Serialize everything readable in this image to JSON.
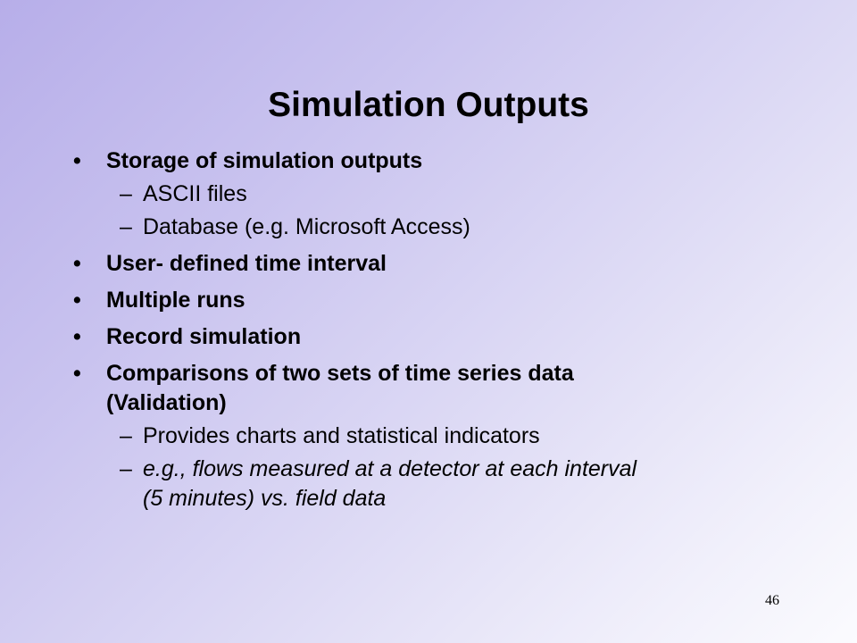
{
  "slide": {
    "title": "Simulation Outputs",
    "bullet_glyph": "•",
    "dash_glyph": "–",
    "items": [
      {
        "text": "Storage of simulation outputs",
        "subs": [
          "ASCII files",
          "Database (e.g. Microsoft Access)"
        ]
      },
      {
        "text": "User- defined time interval"
      },
      {
        "text": "Multiple runs"
      },
      {
        "text": "Record simulation"
      },
      {
        "text_line1": "Comparisons of two sets of time series data",
        "text_line2": "(Validation)",
        "subs": [
          "Provides charts and statistical indicators"
        ],
        "italic_sub_line1": "e.g., flows measured at a detector at each interval",
        "italic_sub_line2": "(5 minutes) vs. field data"
      }
    ],
    "page_number": "46"
  },
  "colors": {
    "background_start": "#b7aee9",
    "background_end": "#fbfbfe",
    "text": "#000000"
  }
}
